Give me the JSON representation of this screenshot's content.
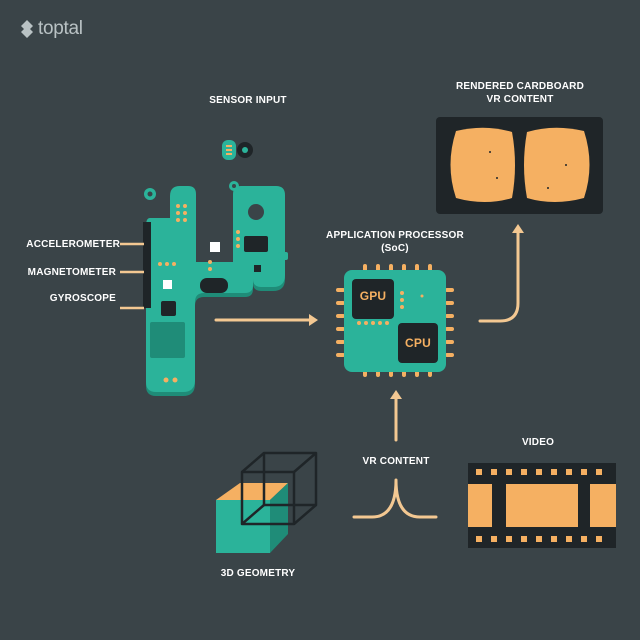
{
  "brand": {
    "name": "toptal"
  },
  "colors": {
    "background": "#3a4448",
    "board": "#2bb39a",
    "board_dark": "#1f8c78",
    "accent": "#f5b062",
    "dark": "#1f2528",
    "arrow": "#f3c892"
  },
  "labels": {
    "sensor_input": "SENSOR INPUT",
    "accelerometer": "ACCELEROMETER",
    "magnetometer": "MAGNETOMETER",
    "gyroscope": "GYROSCOPE",
    "app_processor_line1": "APPLICATION PROCESSOR",
    "app_processor_line2": "(SoC)",
    "gpu": "GPU",
    "cpu": "CPU",
    "rendered_line1": "RENDERED CARDBOARD",
    "rendered_line2": "VR CONTENT",
    "vr_content": "VR CONTENT",
    "video": "VIDEO",
    "geometry": "3D GEOMETRY"
  }
}
